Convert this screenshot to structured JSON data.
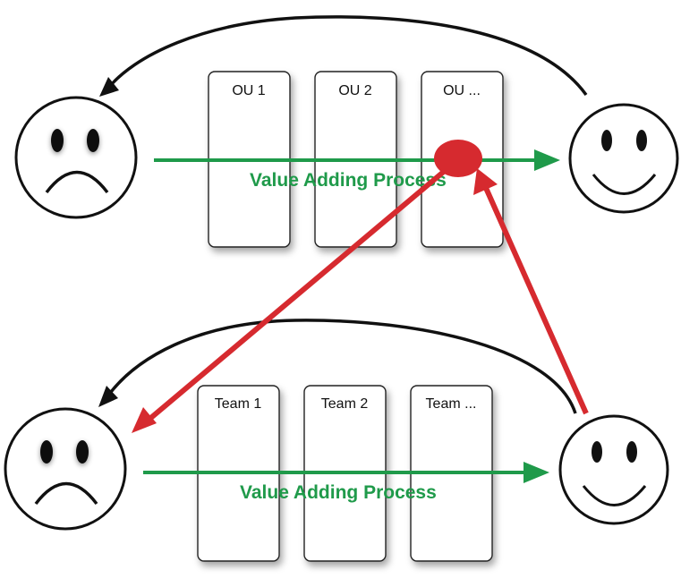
{
  "colors": {
    "background": "#ffffff",
    "process_arrow": "#1f9a4a",
    "process_text": "#1f9a4a",
    "feedback_arrow": "#d62a2f",
    "return_arrow": "#111111",
    "box_fill": "#ffffff",
    "box_stroke": "#222222"
  },
  "top_group": {
    "boxes": [
      {
        "label": "OU 1"
      },
      {
        "label": "OU 2"
      },
      {
        "label": "OU ..."
      }
    ],
    "process_label": "Value Adding Process",
    "left_face": "sad-face-icon",
    "right_face": "happy-face-icon"
  },
  "bottom_group": {
    "boxes": [
      {
        "label": "Team 1"
      },
      {
        "label": "Team 2"
      },
      {
        "label": "Team ..."
      }
    ],
    "process_label": "Value Adding Process",
    "left_face": "sad-face-icon",
    "right_face": "happy-face-icon"
  }
}
